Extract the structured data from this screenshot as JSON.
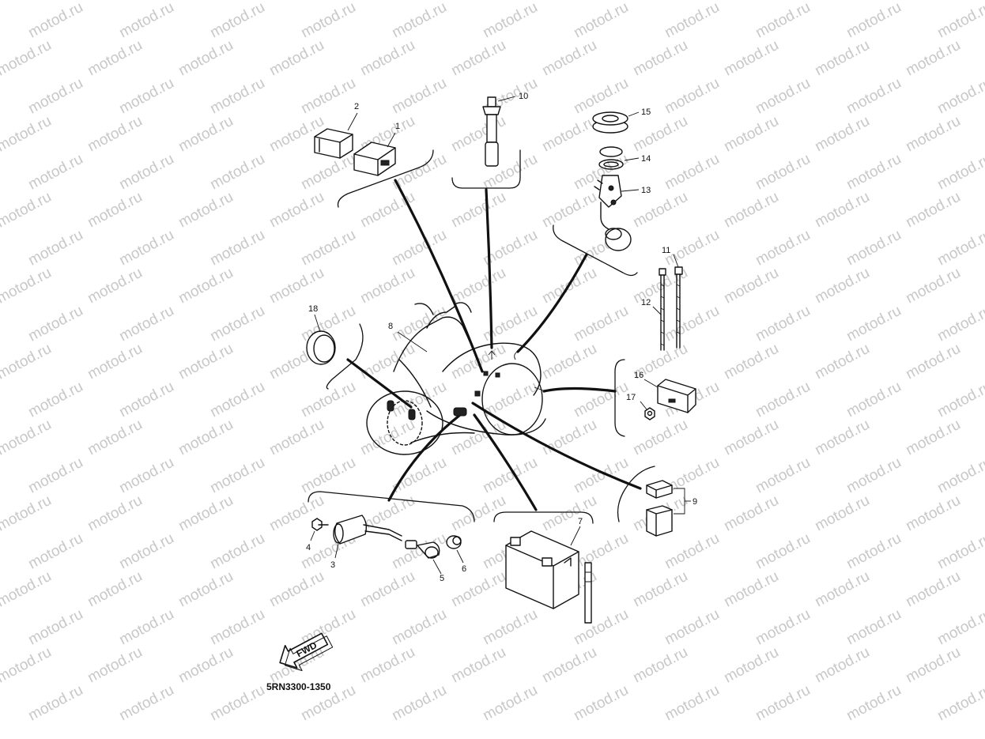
{
  "watermark": {
    "text": "motod.ru"
  },
  "diagram": {
    "part_code": "5RN3300-1350",
    "direction_label": "FWD"
  },
  "callouts": {
    "c1": "1",
    "c2": "2",
    "c3": "3",
    "c4": "4",
    "c5": "5",
    "c6": "6",
    "c7": "7",
    "c8": "8",
    "c9": "9",
    "c10": "10",
    "c11": "11",
    "c12": "12",
    "c13": "13",
    "c14": "14",
    "c15": "15",
    "c16": "16",
    "c17": "17",
    "c18": "18"
  }
}
